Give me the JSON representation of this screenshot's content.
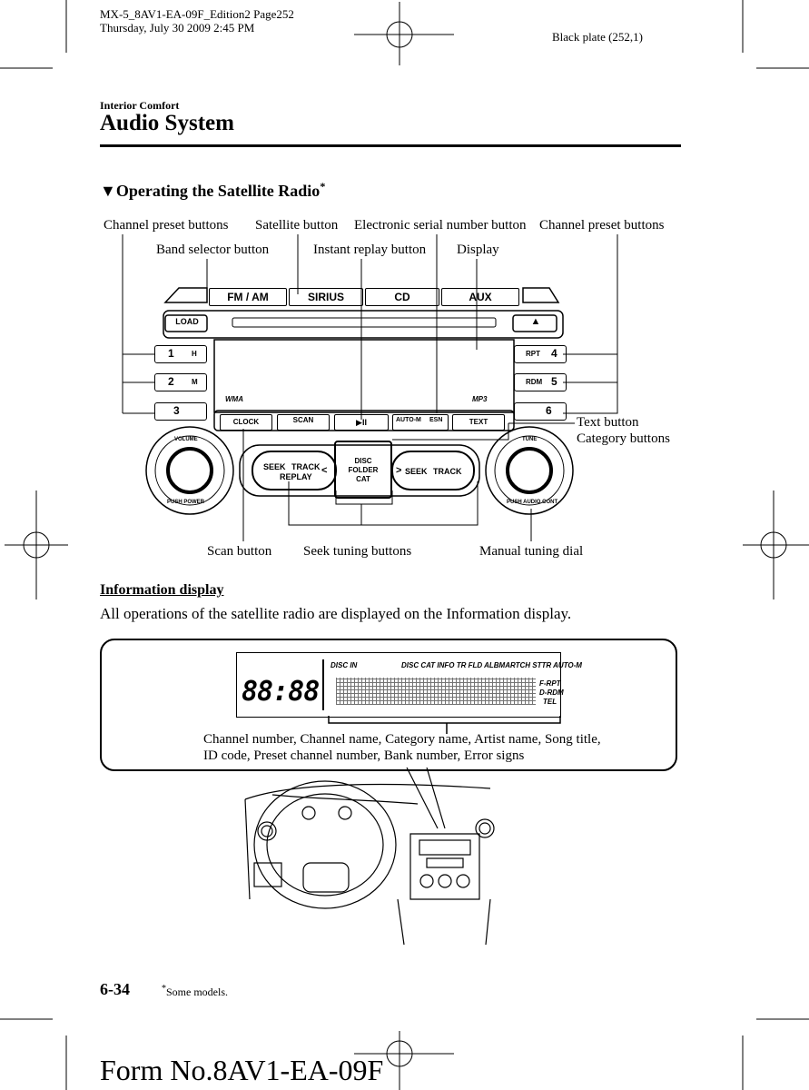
{
  "header": {
    "file_line": "MX-5_8AV1-EA-09F_Edition2 Page252",
    "date_line": "Thursday, July 30 2009 2:45 PM",
    "plate": "Black plate (252,1)"
  },
  "section": "Interior Comfort",
  "title": "Audio System",
  "subsection": {
    "marker": "▼",
    "heading": "Operating the Satellite Radio",
    "footnote_mark": "*"
  },
  "callouts": {
    "channel_preset_left": "Channel preset buttons",
    "satellite_button": "Satellite button",
    "esn_button": "Electronic serial number button",
    "channel_preset_right": "Channel preset buttons",
    "band_selector": "Band selector button",
    "instant_replay": "Instant replay button",
    "display": "Display",
    "text_button": "Text button",
    "category_buttons": "Category buttons",
    "scan_button": "Scan button",
    "seek_tuning": "Seek tuning buttons",
    "manual_tuning": "Manual tuning dial"
  },
  "radio": {
    "band_buttons": [
      "FM / AM",
      "SIRIUS",
      "CD",
      "AUX"
    ],
    "load": "LOAD",
    "eject": "▲",
    "presets_left": [
      {
        "num": "1",
        "sub": "H"
      },
      {
        "num": "2",
        "sub": "M"
      },
      {
        "num": "3",
        "sub": ""
      }
    ],
    "presets_right": [
      {
        "num": "4",
        "sub": "RPT"
      },
      {
        "num": "5",
        "sub": "RDM"
      },
      {
        "num": "6",
        "sub": ""
      }
    ],
    "wma": "WMA",
    "mp3": "MP3",
    "bottom_buttons": [
      "CLOCK",
      "SCAN",
      "▶II",
      "AUTO-M",
      "ESN",
      "TEXT"
    ],
    "volume": "VOLUME",
    "push_power": "PUSH POWER",
    "tune": "TUNE",
    "push_audio": "PUSH AUDIO CONT",
    "seek_left_line1": "SEEK",
    "seek_left_track": "TRACK",
    "seek_left_line2": "REPLAY",
    "seek_left_arrow": "<",
    "disc": "DISC",
    "folder": "FOLDER",
    "cat": "CAT",
    "seek_right_arrow": ">",
    "seek_right_text": "SEEK",
    "seek_right_track": "TRACK"
  },
  "info_display": {
    "heading": "Information display",
    "body": "All operations of the satellite radio are displayed on the Information display.",
    "lcd_disc_in": "DISC IN",
    "lcd_indicators": "DISC CAT INFO  TR  FLD  ALBMARTCH STTR AUTO-M",
    "lcd_clock": "88:88",
    "lcd_frpt": "F-RPT",
    "lcd_drdm": "D-RDM",
    "lcd_tel": "TEL",
    "caption_line1": "Channel number, Channel name, Category name, Artist name, Song title,",
    "caption_line2": "ID code, Preset channel number, Bank number, Error signs"
  },
  "footer": {
    "page_number": "6-34",
    "footnote_mark": "*",
    "footnote": "Some models.",
    "form": "Form No.8AV1-EA-09F"
  }
}
